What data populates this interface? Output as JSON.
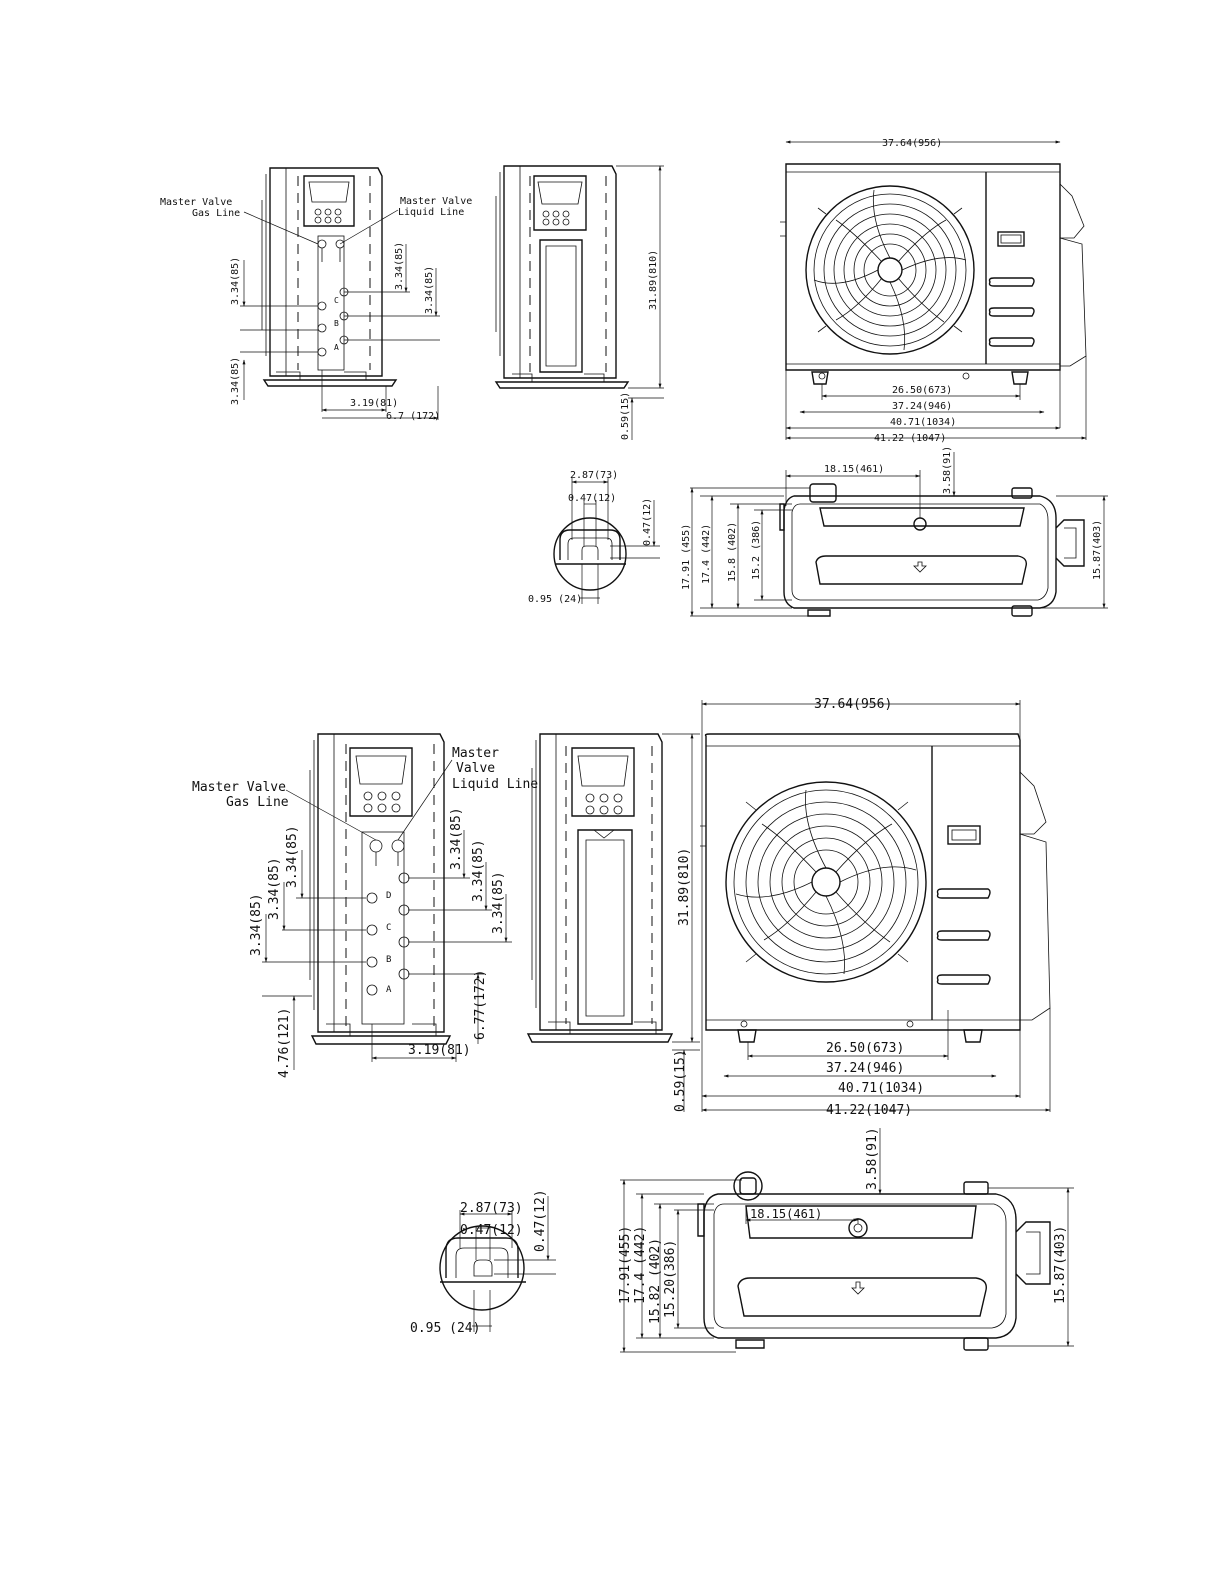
{
  "views": {
    "upper": {
      "side": {
        "gas_callout": [
          "Master Valve",
          "Gas Line"
        ],
        "liquid_callout": [
          "Master Valve",
          "Liquid Line"
        ],
        "port_labels": [
          "C",
          "B",
          "A"
        ],
        "spacing_left_top": "3.34(85)",
        "spacing_left_bottom": "3.34(85)",
        "spacing_right_a": "3.34(85)",
        "spacing_right_b": "3.34(85)",
        "width_inner": "3.19(81)",
        "width_outer": "6.7 (172)"
      },
      "rear": {
        "height": "31.89(810)",
        "foot": "0.59(15)"
      },
      "front": {
        "top_width": "37.64(956)",
        "feet_span": "26.50(673)",
        "base_width": "37.24(946)",
        "overall_body": "40.71(1034)",
        "overall_total": "41.22 (1047)"
      },
      "detail": {
        "width": "2.87(73)",
        "slot": "0.47(12)",
        "slot_height": "0.47(12)",
        "hole": "0.95 (24)"
      },
      "top": {
        "offset_x": "18.15(461)",
        "offset_y": "3.58(91)",
        "depth_total": "17.91 (455)",
        "depth_body": "17.4 (442)",
        "depth_base": "15.8 (402)",
        "depth_inner": "15.2 (386)",
        "depth_right": "15.87(403)"
      }
    },
    "lower": {
      "side": {
        "gas_callout": [
          "Master Valve",
          "Gas Line"
        ],
        "liquid_callout": [
          "Master",
          "Valve",
          "Liquid Line"
        ],
        "port_labels": [
          "D",
          "C",
          "B",
          "A"
        ],
        "spacing_left_1": "3.34(85)",
        "spacing_left_2": "3.34(85)",
        "spacing_left_3": "3.34(85)",
        "spacing_right_1": "3.34(85)",
        "spacing_right_2": "3.34(85)",
        "spacing_right_3": "3.34(85)",
        "bottom_left": "4.76(121)",
        "bottom_right": "6.77(172)",
        "width_inner": "3.19(81)"
      },
      "rear": {
        "height": "31.89(810)",
        "foot": "0.59(15)"
      },
      "front": {
        "top_width": "37.64(956)",
        "feet_span": "26.50(673)",
        "base_width": "37.24(946)",
        "overall_body": "40.71(1034)",
        "overall_total": "41.22(1047)"
      },
      "detail": {
        "width": "2.87(73)",
        "slot": "0.47(12)",
        "slot_height": "0.47(12)",
        "hole": "0.95 (24)"
      },
      "top": {
        "offset_x": "18.15(461)",
        "offset_y": "3.58(91)",
        "depth_total": "17.91(455)",
        "depth_body": "17.4 (442)",
        "depth_base": "15.82 (402)",
        "depth_inner": "15.20(386)",
        "depth_right": "15.87(403)"
      }
    }
  }
}
